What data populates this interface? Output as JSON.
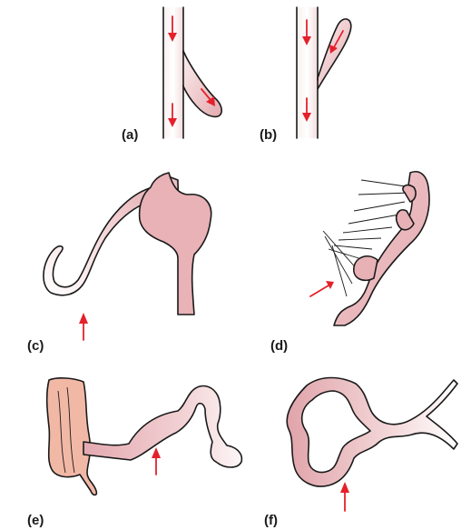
{
  "panels": [
    {
      "label": "(a)"
    },
    {
      "label": "(b)"
    },
    {
      "label": "(c)"
    },
    {
      "label": "(d)"
    },
    {
      "label": "(e)"
    },
    {
      "label": "(f)"
    }
  ],
  "colors": {
    "arrow": "#e5202a",
    "tissue_dark": "#e3aab0",
    "tissue_light": "#fbf0f0",
    "colon": "#f2b8a6",
    "outline": "#1a1a1a"
  }
}
